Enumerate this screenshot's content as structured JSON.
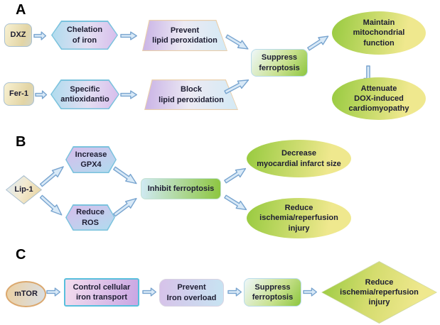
{
  "colors": {
    "text": "#1d1d32",
    "arrow_fill": "#d8e9f7",
    "arrow_stroke": "#78a4cf",
    "hex_border": "#7ac2dd",
    "hex_blue": "#b0dcee",
    "hex_purple": "#d7bdec",
    "trap_border": "#eacfab",
    "trap_purple": "#c9b2e5",
    "trap_blue": "#d4eaf5",
    "green": "#8dc63f",
    "yellow": "#efe88e",
    "ellipse_green": "#97ca3f",
    "box_blue": "#d0eaf4",
    "tan_light": "#f8f1d2",
    "tan_dark": "#e3d5a5",
    "tan_border": "#a9c0d0",
    "mtor_border": "#dba86e",
    "mtor_tan": "#ecd0a2",
    "mtor_gray": "#dadfe4",
    "control_border": "#58bfdd",
    "control_pink": "#f3ddee",
    "control_purple": "#c9a6e3",
    "prevent_purple": "#d7c2e9",
    "prevent_blue": "#c7e4f2",
    "suppress_light": "#eef7fa",
    "diamond_border": "#cdd8a0"
  },
  "panel_a": {
    "label": "A",
    "dxz": "DXZ",
    "chelation": "Chelation\nof iron",
    "prevent_lipid": "Prevent\nlipid peroxidation",
    "fer1": "Fer-1",
    "specific_antioxidant": "Specific\nantioxidantio",
    "block_lipid": "Block\nlipid peroxidation",
    "suppress_ferroptosis": "Suppress\nferroptosis",
    "maintain_mito": "Maintain\nmitochondrial\nfunction",
    "attenuate": "Attenuate\nDOX-induced\ncardiomyopathy"
  },
  "panel_b": {
    "label": "B",
    "lip1": "Lip-1",
    "increase_gpx4": "Increase\nGPX4",
    "reduce_ros": "Reduce\nROS",
    "inhibit_ferroptosis": "Inhibit ferroptosis",
    "decrease_infarct": "Decrease\nmyocardial infarct size",
    "reduce_ir_injury": "Reduce\nischemia/reperfusion\ninjury"
  },
  "panel_c": {
    "label": "C",
    "mtor": "mTOR",
    "control_iron": "Control cellular\niron transport",
    "prevent_overload": "Prevent\nIron overload",
    "suppress_ferroptosis": "Suppress\nferroptosis",
    "reduce_ir_injury": "Reduce\nischemia/reperfusion\ninjury"
  }
}
